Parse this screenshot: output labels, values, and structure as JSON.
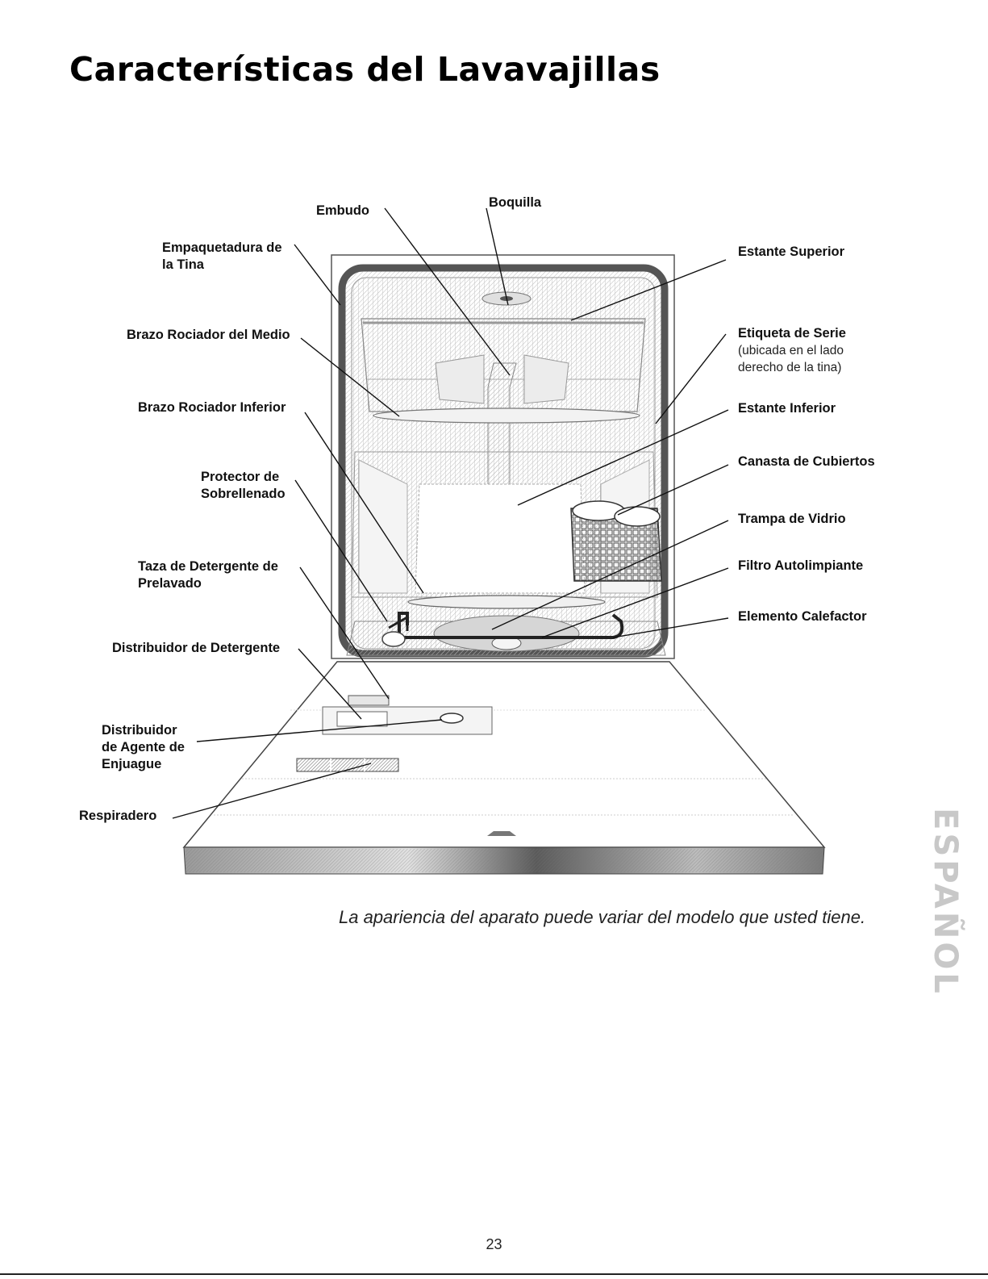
{
  "title": "Características del Lavavajillas",
  "labels": {
    "embudo": "Embudo",
    "boquilla": "Boquilla",
    "empaquetadura": [
      "Empaquetadura de",
      "la Tina"
    ],
    "brazo_medio": "Brazo Rociador del Medio",
    "brazo_inferior": "Brazo Rociador Inferior",
    "protector": [
      "Protector de",
      "Sobrellenado"
    ],
    "taza": [
      "Taza de Detergente de",
      "Prelavado"
    ],
    "distribuidor_detergente": "Distribuidor de Detergente",
    "distribuidor_agente": [
      "Distribuidor",
      "de Agente de",
      "Enjuague"
    ],
    "respiradero": "Respiradero",
    "estante_superior": "Estante Superior",
    "etiqueta_serie": "Etiqueta de Serie",
    "etiqueta_serie_note": [
      "(ubicada en el lado",
      "derecho de la tina)"
    ],
    "estante_inferior": "Estante Inferior",
    "canasta": "Canasta de Cubiertos",
    "trampa": "Trampa de Vidrio",
    "filtro": "Filtro Autolimpiante",
    "elemento": "Elemento Calefactor"
  },
  "caption": "La apariencia del aparato puede variar del modelo que usted tiene.",
  "side_tab": "ESPAÑOL",
  "page_number": "23"
}
